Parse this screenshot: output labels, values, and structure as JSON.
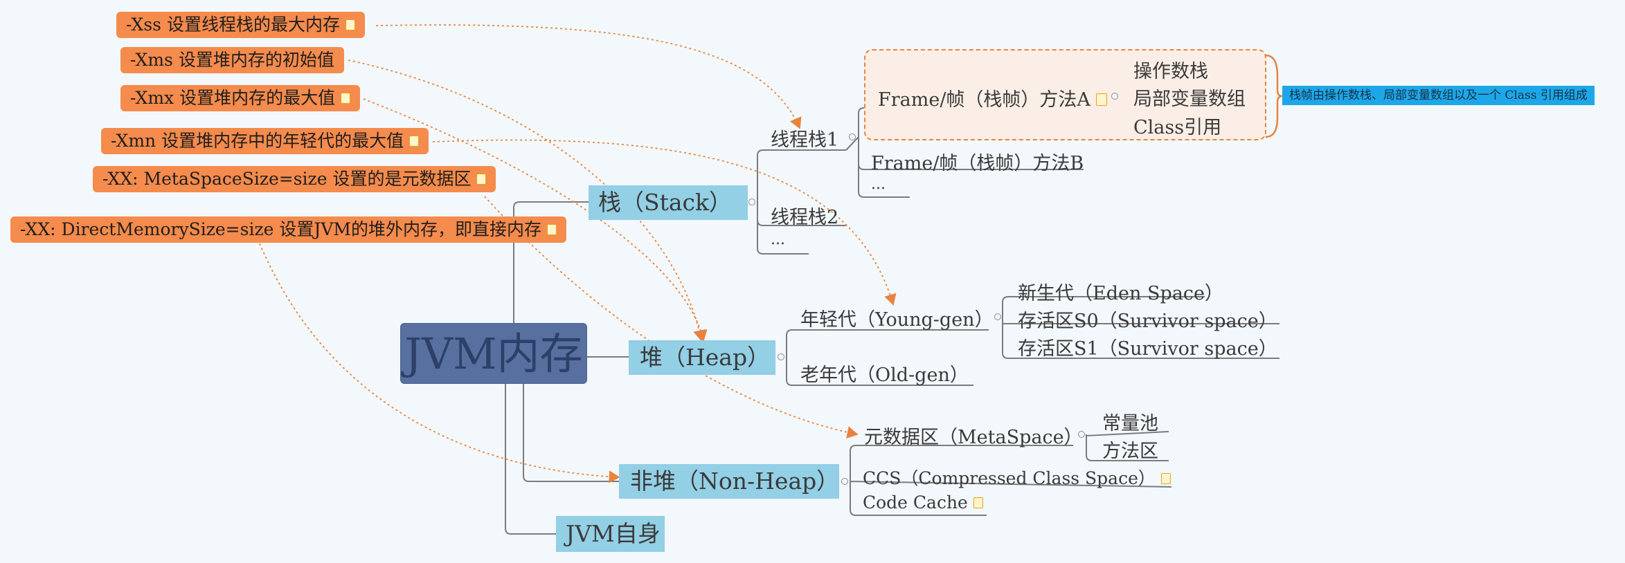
{
  "root": {
    "label": "JVM内存"
  },
  "branches": {
    "stack": "栈（Stack）",
    "heap": "堆（Heap）",
    "nonheap": "非堆（Non-Heap）",
    "self": "JVM自身"
  },
  "stack_children": {
    "thread1": "线程栈1",
    "thread2": "线程栈2",
    "ellipsis": "..."
  },
  "thread1_children": {
    "frameA": "Frame/帧（栈帧）方法A",
    "frameB": "Frame/帧（栈帧）方法B",
    "ellipsis": "..."
  },
  "frameA_children": [
    "操作数栈",
    "局部变量数组",
    "Class引用"
  ],
  "frameA_summary": "栈帧由操作数栈、局部变量数组以及一个 Class 引用组成",
  "heap_children": {
    "young": "年轻代（Young-gen）",
    "old": "老年代（Old-gen）"
  },
  "young_children": [
    "新生代（Eden Space）",
    "存活区S0（Survivor space）",
    "存活区S1（Survivor space）"
  ],
  "nonheap_children": {
    "meta": "元数据区（MetaSpace）",
    "ccs": "CCS（Compressed Class Space）",
    "codecache": "Code Cache"
  },
  "meta_children": [
    "常量池",
    "方法区"
  ],
  "params": [
    "-Xss 设置线程栈的最大内存",
    "-Xms 设置堆内存的初始值",
    "-Xmx 设置堆内存的最大值",
    "-Xmn 设置堆内存中的年轻代的最大值",
    "-XX: MetaSpaceSize=size 设置的是元数据区",
    "-XX: DirectMemorySize=size 设置JVM的堆外内存，即直接内存"
  ],
  "colors": {
    "param_bg": "#f58b4c",
    "branch_bg": "#93cfe5",
    "root_bg": "#5870a0",
    "arrow": "#e8833f",
    "summary_bg": "#1ea7e8"
  }
}
